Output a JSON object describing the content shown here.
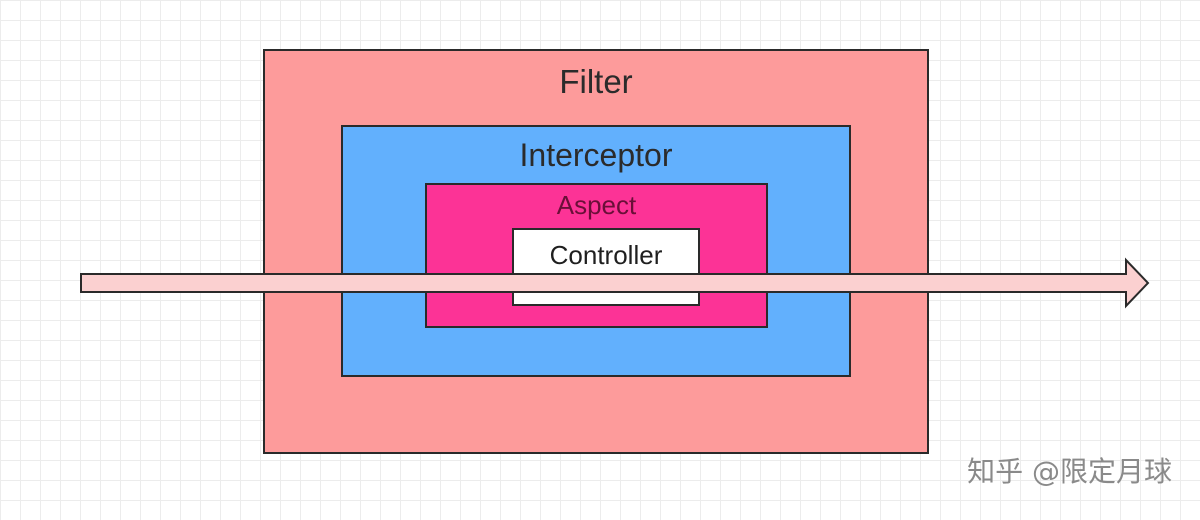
{
  "layers": {
    "filter": "Filter",
    "interceptor": "Interceptor",
    "aspect": "Aspect",
    "controller": "Controller"
  },
  "watermark": "知乎 @限定月球",
  "colors": {
    "filter": "#fd9b9b",
    "interceptor": "#62b0fd",
    "aspect": "#fc3396",
    "controller": "#ffffff",
    "arrow": "#fbd0d0",
    "outline": "#2a2a2a"
  }
}
